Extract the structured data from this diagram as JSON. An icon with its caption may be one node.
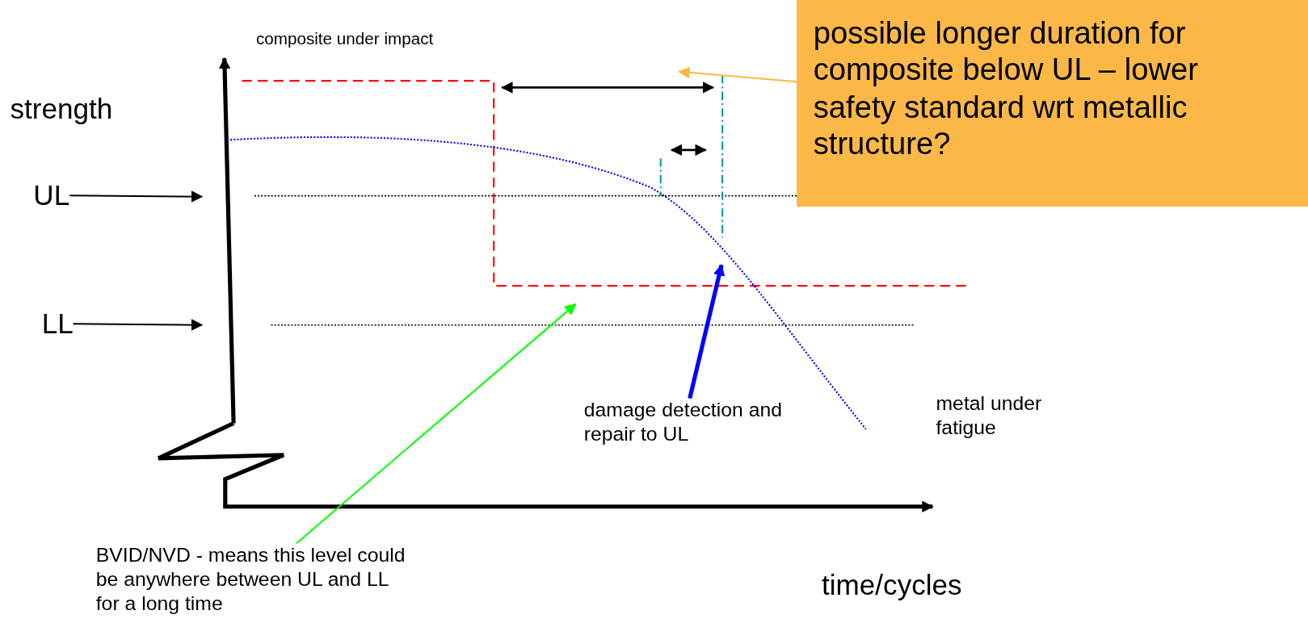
{
  "diagram": {
    "nodes": [
      {
        "text": [
          "possible longer duration for composite below UL – lower safety standard wrt metallic structure?"
        ]
      },
      {
        "text": [
          "UL"
        ]
      },
      {
        "text": [
          "LL"
        ]
      },
      {
        "text": [
          "damage detection and repair to UL"
        ]
      },
      {
        "text": [
          "BVID/NVD - means this level could be anywhere between UL and LL for a long time"
        ]
      }
    ],
    "edges": [
      {
        "from": 0,
        "to": null,
        "arrow": "to",
        "color": "#f5b942"
      },
      {
        "from": 1,
        "to": null,
        "arrow": "to"
      },
      {
        "from": 2,
        "to": null,
        "arrow": "to"
      },
      {
        "from": 3,
        "to": null,
        "arrow": "to",
        "style": "thick",
        "color": "#0000ff"
      },
      {
        "from": 4,
        "to": null,
        "arrow": "to",
        "color": "#00ff00"
      }
    ],
    "labels": [
      "composite under impact",
      "strength",
      "metal under fatigue",
      "time/cycles"
    ]
  }
}
